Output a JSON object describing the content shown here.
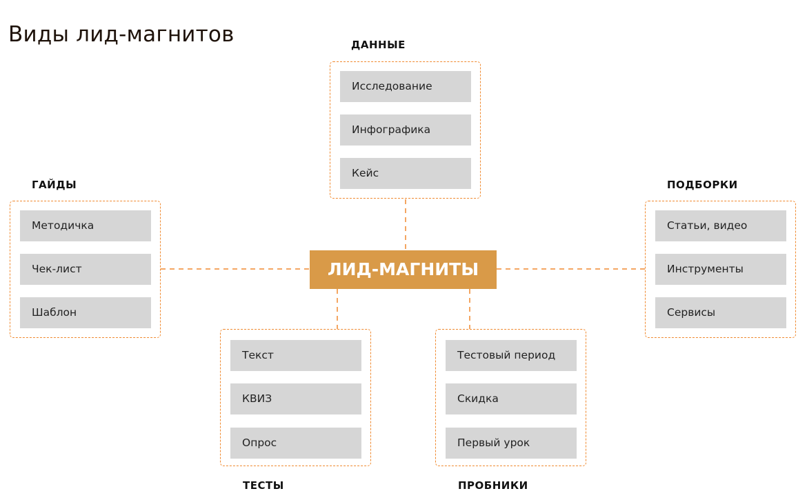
{
  "title": "Виды лид-магнитов",
  "center": "ЛИД-МАГНИТЫ",
  "colors": {
    "accent": "#f0892e",
    "center_fill": "#d99a48",
    "item_fill": "#d6d6d6"
  },
  "groups": {
    "data": {
      "label": "ДАННЫЕ",
      "items": [
        "Исследование",
        "Инфографика",
        "Кейс"
      ]
    },
    "guides": {
      "label": "ГАЙДЫ",
      "items": [
        "Методичка",
        "Чек-лист",
        "Шаблон"
      ]
    },
    "collections": {
      "label": "ПОДБОРКИ",
      "items": [
        "Статьи, видео",
        "Инструменты",
        "Сервисы"
      ]
    },
    "tests": {
      "label": "ТЕСТЫ",
      "items": [
        "Текст",
        "КВИЗ",
        "Опрос"
      ]
    },
    "trials": {
      "label": "ПРОБНИКИ",
      "items": [
        "Тестовый период",
        "Скидка",
        "Первый урок"
      ]
    }
  }
}
